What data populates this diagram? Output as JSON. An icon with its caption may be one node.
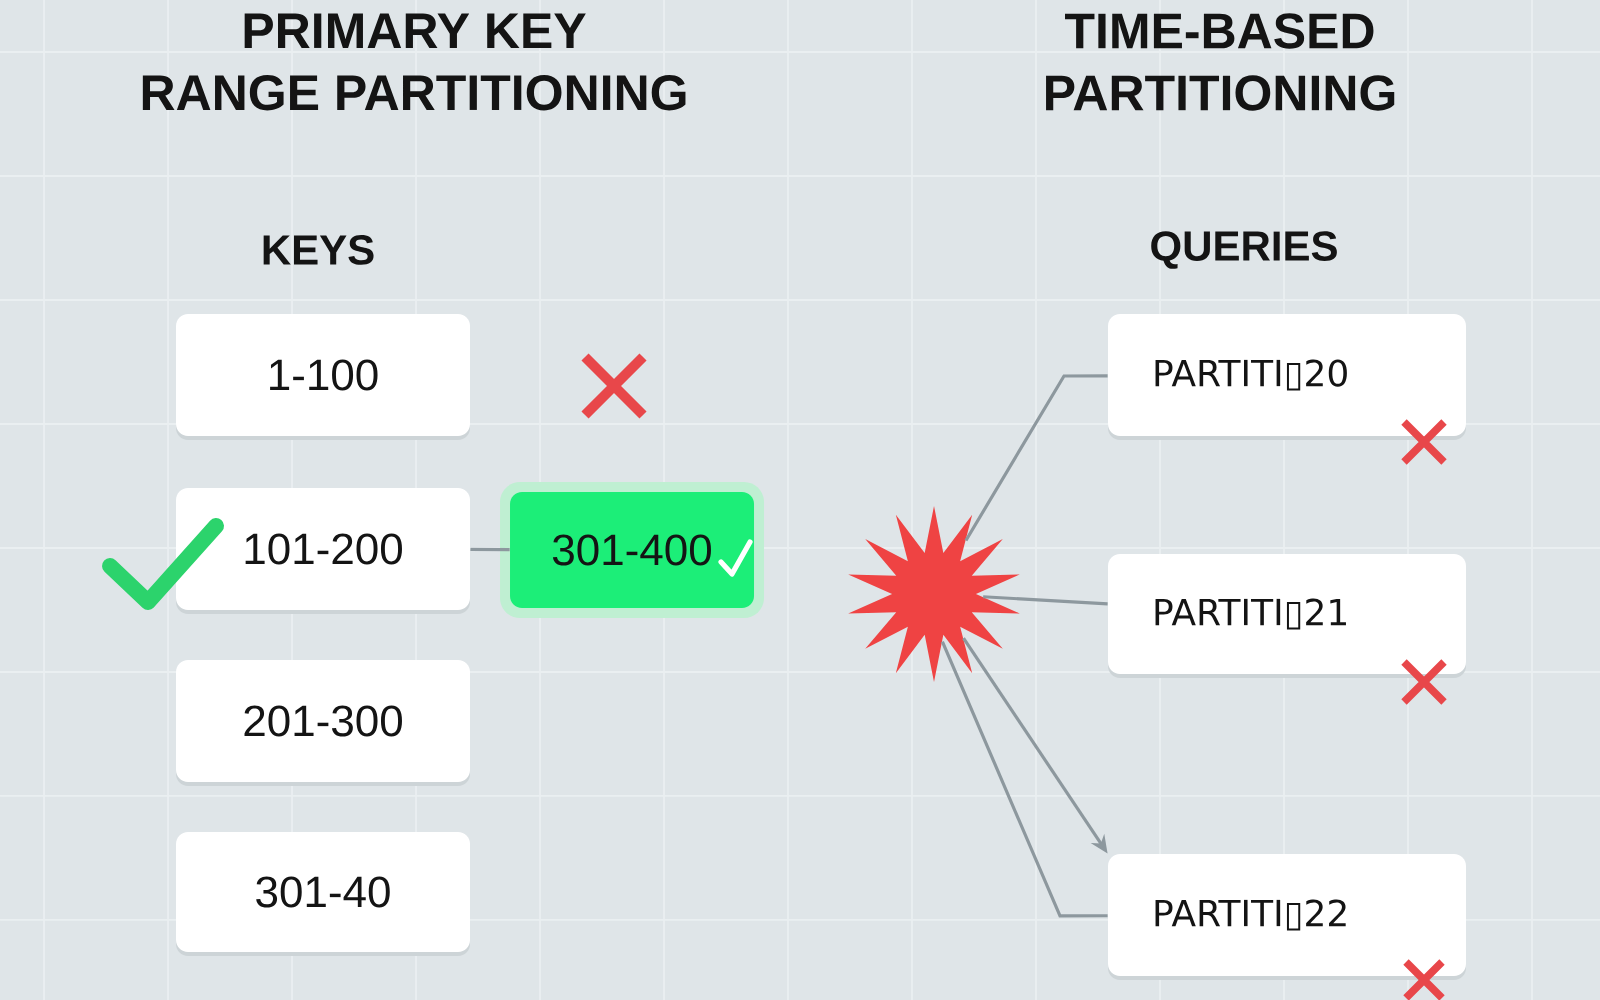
{
  "diagram": {
    "nodes": [
      {
        "text": [
          "1-100"
        ]
      },
      {
        "text": [
          "101-200"
        ]
      },
      {
        "text": [
          "301-400"
        ]
      },
      {
        "text": [
          "201-300"
        ]
      },
      {
        "text": [
          "301-40"
        ]
      },
      {
        "text": [],
        "shape": "star"
      },
      {
        "text": [
          "PARTITI▯20"
        ]
      },
      {
        "text": [
          "PARTITI▯21"
        ]
      },
      {
        "text": [
          "PARTITI▯22"
        ]
      }
    ],
    "edges": [
      {
        "from": 1,
        "to": 2,
        "arrow": "none"
      },
      {
        "from": 5,
        "to": 6,
        "arrow": "none"
      },
      {
        "from": 5,
        "to": 7,
        "arrow": "none"
      },
      {
        "from": 5,
        "to": 8,
        "arrow": "to"
      },
      {
        "from": 5,
        "to": 8,
        "arrow": "none"
      }
    ],
    "labels": [
      "PRIMARY KEY RANGE PARTITIONING",
      "TIME-BASED PARTITIONING",
      "KEYS",
      "QUERIES"
    ]
  }
}
